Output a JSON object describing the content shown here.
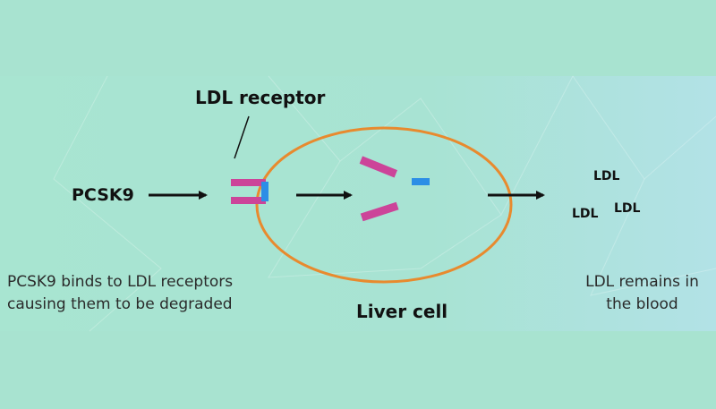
{
  "labels": {
    "ldl_receptor": "LDL receptor",
    "pcsk9": "PCSK9",
    "liver_cell": "Liver cell",
    "ldl_particles": [
      "LDL",
      "LDL",
      "LDL"
    ]
  },
  "captions": {
    "left": [
      "PCSK9 binds to LDL receptors",
      "causing them to be degraded"
    ],
    "right": [
      "LDL remains in",
      "the blood"
    ]
  },
  "colors": {
    "background": "#a8e3d0",
    "cell_membrane": "#e88a2e",
    "receptor": "#cc4499",
    "pcsk9_fragment": "#2c8ee6",
    "arrow": "#111111"
  }
}
